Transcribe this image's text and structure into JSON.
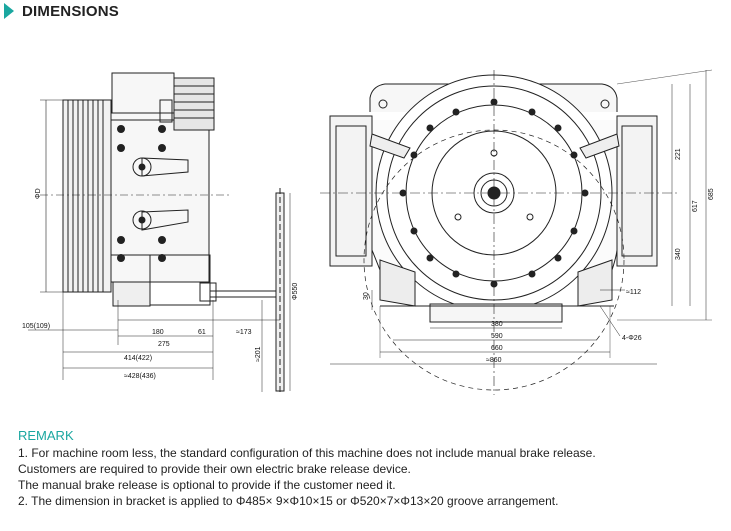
{
  "header": {
    "title": "DIMENSIONS",
    "accent": "#1aa7a0"
  },
  "side_view": {
    "d_label": "ΦD",
    "dims": {
      "d105": "105(109)",
      "d180": "180",
      "d61": "61",
      "d173": "≈173",
      "d275": "275",
      "d414": "414(422)",
      "d428": "≈428(436)",
      "d550": "Φ550",
      "d201": "≈201"
    }
  },
  "front_view": {
    "dims": {
      "d30": "30",
      "d112": "≈112",
      "d380": "380",
      "d590": "590",
      "d660": "660",
      "d860": "≈860",
      "d4phi26": "4-Φ26",
      "d221": "221",
      "d340": "340",
      "d617": "617",
      "d685": "685"
    }
  },
  "remark": {
    "title": "REMARK",
    "lines": [
      "1. For machine room less, the standard configuration of this machine does not include manual brake release.",
      "Customers are required to provide their own electric brake release device.",
      "The manual brake release is optional to provide if the customer need it.",
      "2. The dimension in bracket is applied to Φ485× 9×Φ10×15 or Φ520×7×Φ13×20 groove arrangement."
    ]
  }
}
